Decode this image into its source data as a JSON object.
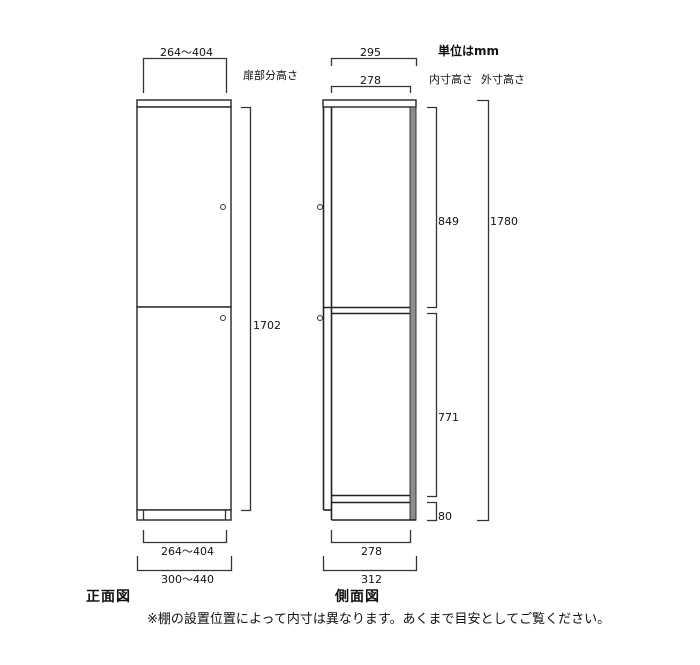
{
  "unit_label": "単位はmm",
  "front_view": {
    "title": "正面図",
    "door_height_label": "扉部分高さ",
    "dims": {
      "top_width": "264〜404",
      "height": "1702",
      "bottom_inner_width": "264〜404",
      "bottom_outer_width": "300〜440"
    }
  },
  "side_view": {
    "title": "側面図",
    "inner_height_label": "内寸高さ",
    "outer_height_label": "外寸高さ",
    "dims": {
      "top_outer_depth": "295",
      "top_inner_depth": "278",
      "upper_inner_height": "849",
      "lower_inner_height": "771",
      "plinth_height": "80",
      "outer_height": "1780",
      "bottom_inner_depth": "278",
      "bottom_outer_depth": "312"
    }
  },
  "footnote": "※棚の設置位置によって内寸は異なります。あくまで目安としてご覧ください。",
  "colors": {
    "line": "#333333",
    "back_panel": "#8c8c8c",
    "background": "#ffffff"
  }
}
